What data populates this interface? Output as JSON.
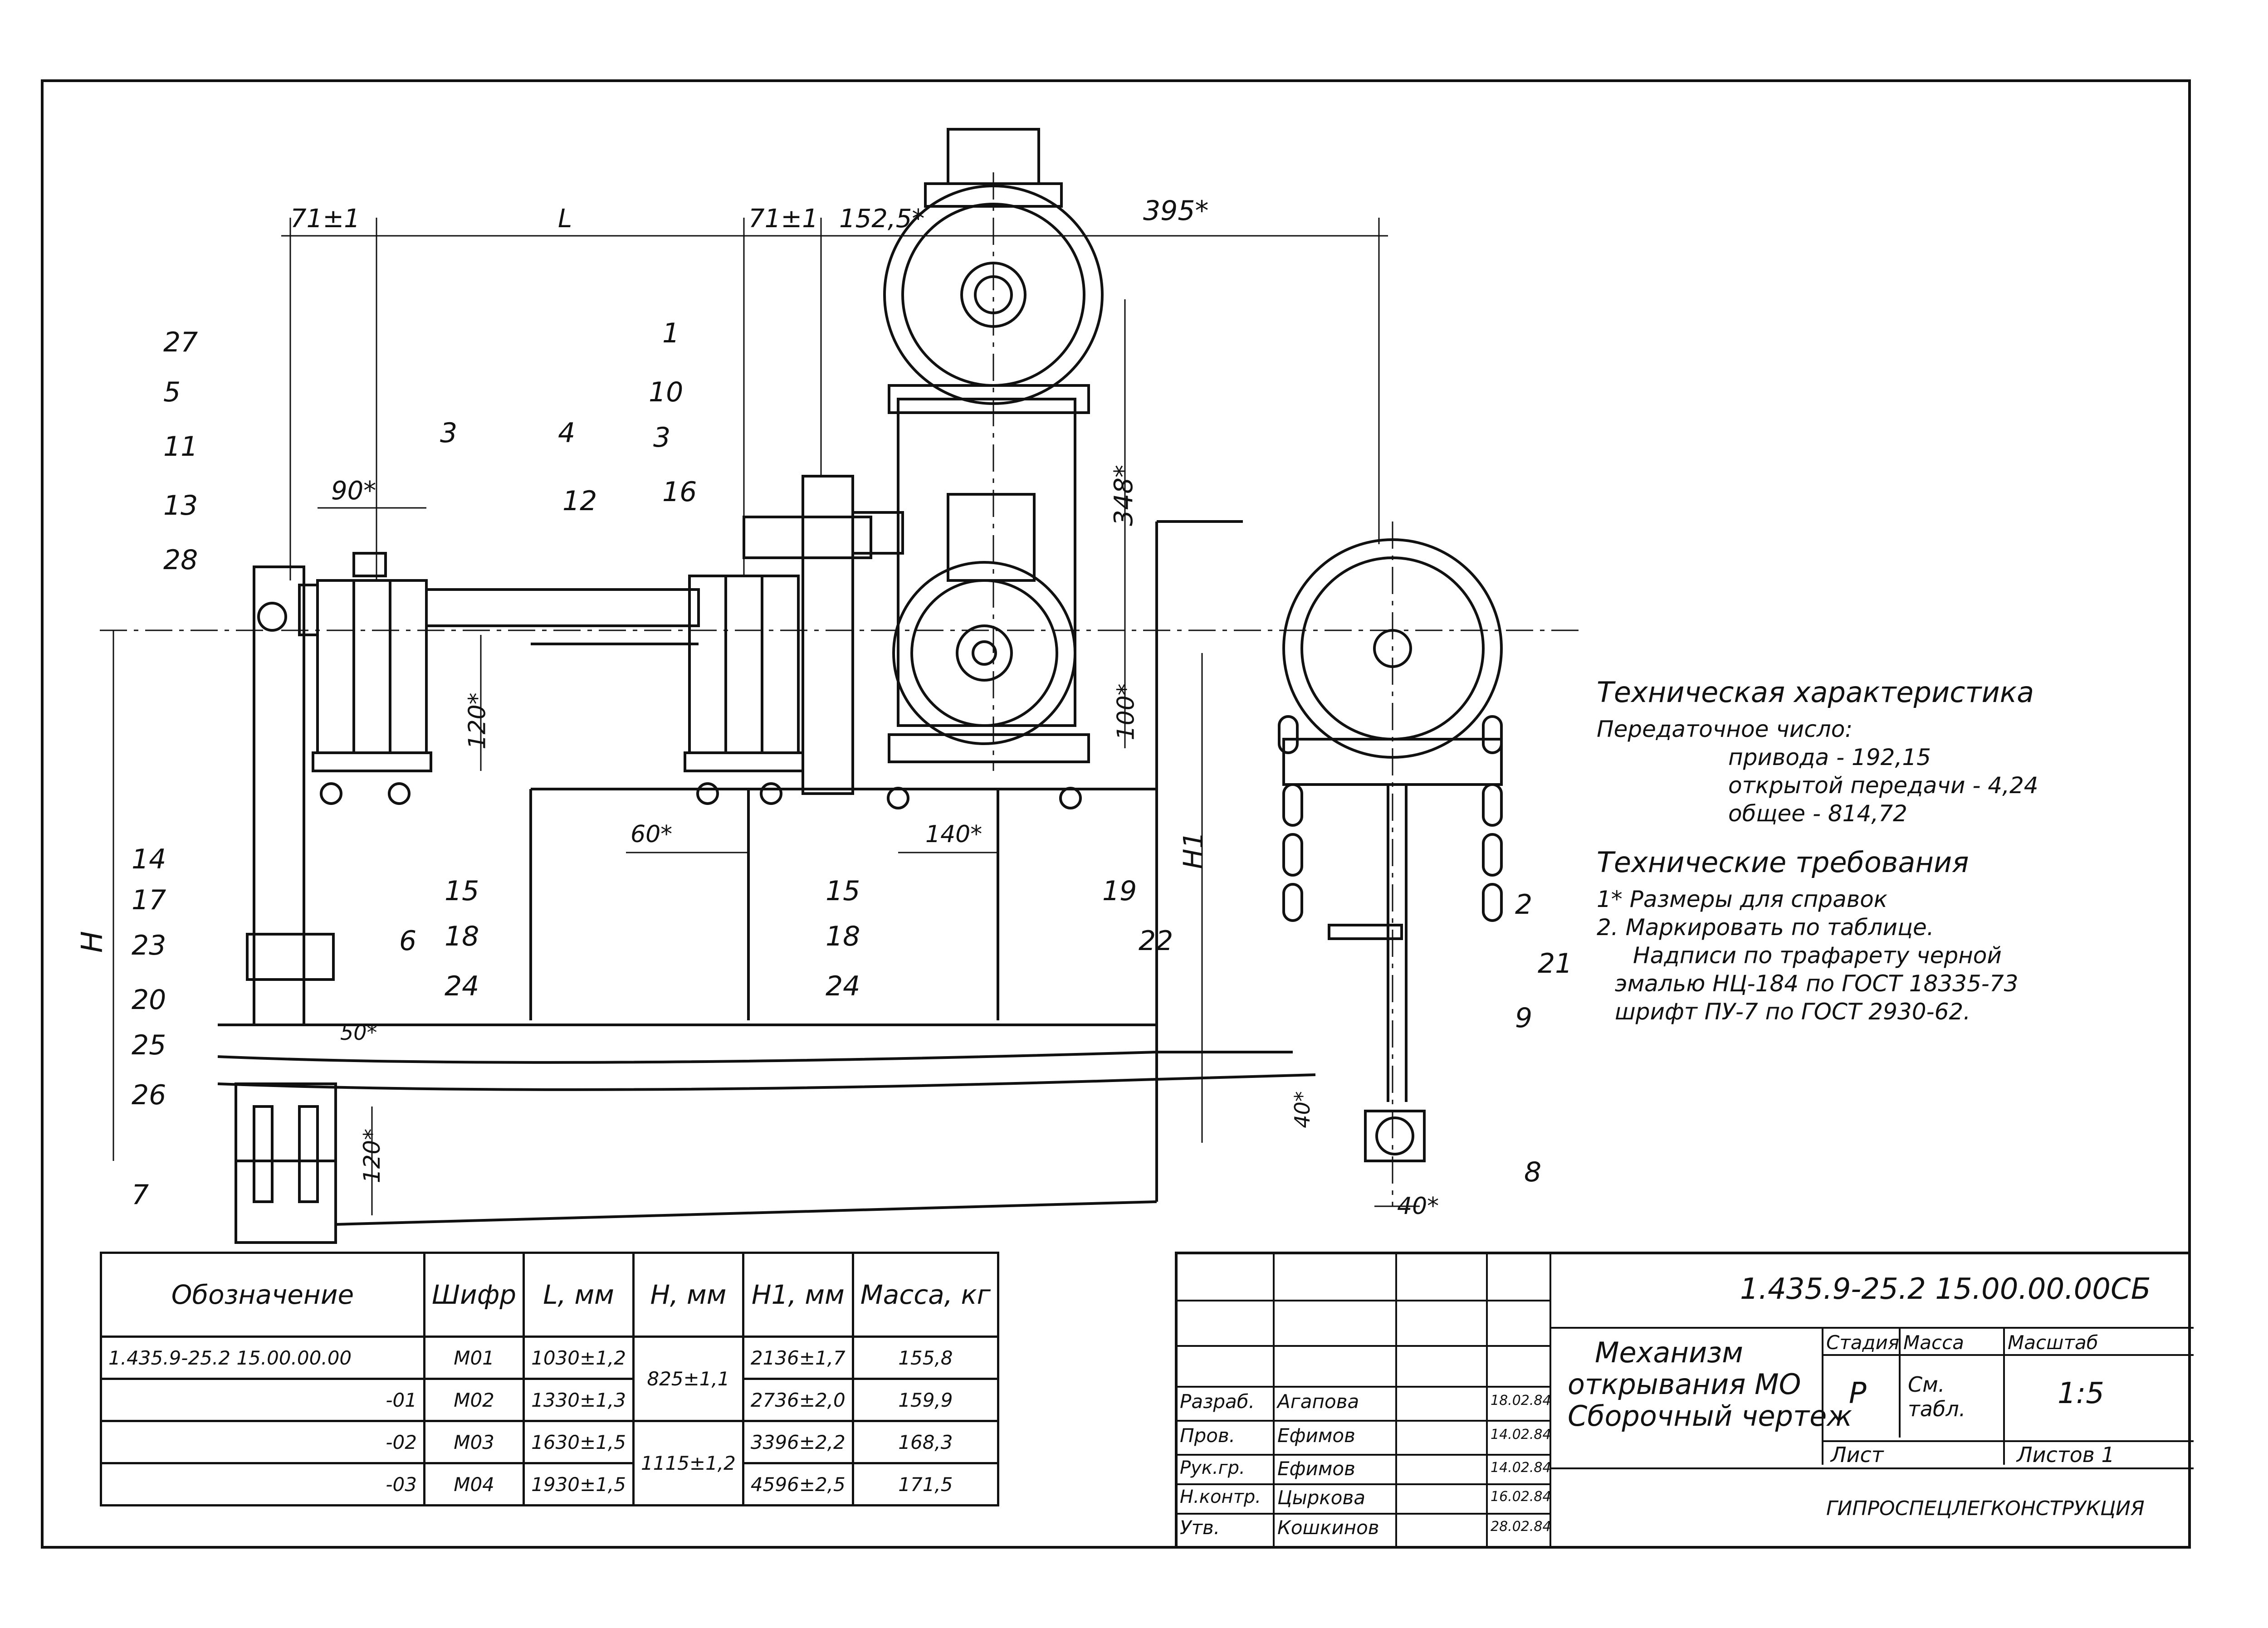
{
  "drawing": {
    "dims": {
      "d1": "71±1",
      "d2": "L",
      "d3": "71±1",
      "d4": "152,5*",
      "d5": "395*",
      "d6": "90*",
      "d7": "120*",
      "d8": "348*",
      "d9": "100*",
      "d10": "60*",
      "d11": "140*",
      "d12": "50*",
      "d13": "40*",
      "d14": "40*",
      "d15": "120*",
      "H": "H",
      "H1": "H1"
    },
    "callouts_left": [
      "27",
      "5",
      "11",
      "13",
      "28"
    ],
    "callouts_top": [
      "3",
      "4",
      "12",
      "16",
      "3",
      "10",
      "1"
    ],
    "callouts_stack_a": [
      "14",
      "17",
      "23"
    ],
    "callouts_stack_b": [
      "20",
      "25",
      "26"
    ],
    "callouts_stack_c": [
      "15",
      "18",
      "24"
    ],
    "callouts_stack_d": [
      "15",
      "18",
      "24"
    ],
    "callouts_misc": {
      "c6": "6",
      "c7": "7",
      "c19": "19",
      "c22": "22",
      "c2": "2",
      "c21": "21",
      "c9": "9",
      "c8": "8"
    }
  },
  "specs": {
    "title": "Техническая характеристика",
    "ratio_label": "Передаточное число:",
    "ratio_drive": "привода - 192,15",
    "ratio_open": "открытой передачи - 4,24",
    "ratio_total": "общее - 814,72",
    "req_title": "Технические требования",
    "req1": "1* Размеры для справок",
    "req2": "2. Маркировать по таблице.",
    "req3": "Надписи по трафарету черной",
    "req4": "эмалью НЦ-184 по ГОСТ 18335-73",
    "req5": "шрифт ПУ-7 по ГОСТ 2930-62."
  },
  "parts_table": {
    "headers": [
      "Обозначение",
      "Шифр",
      "L, мм",
      "H, мм",
      "H1, мм",
      "Масса, кг"
    ],
    "rows": [
      {
        "des": "1.435.9-25.2 15.00.00.00",
        "code": "М01",
        "L": "1030±1,2",
        "H": "825±1,1",
        "H1": "2136±1,7",
        "mass": "155,8"
      },
      {
        "des": "-01",
        "code": "М02",
        "L": "1330±1,3",
        "H": "",
        "H1": "2736±2,0",
        "mass": "159,9"
      },
      {
        "des": "-02",
        "code": "М03",
        "L": "1630±1,5",
        "H": "1115±1,2",
        "H1": "3396±2,2",
        "mass": "168,3"
      },
      {
        "des": "-03",
        "code": "М04",
        "L": "1930±1,5",
        "H": "",
        "H1": "4596±2,5",
        "mass": "171,5"
      }
    ]
  },
  "title_block": {
    "doc_code": "1.435.9-25.2 15.00.00.00СБ",
    "name1": "Механизм",
    "name2": "открывания МО",
    "name3": "Сборочный чертеж",
    "stage_label": "Стадия",
    "mass_label": "Масса",
    "scale_label": "Масштаб",
    "stage": "Р",
    "mass": "См. табл.",
    "scale": "1:5",
    "sheet_label": "Лист",
    "sheets_label": "Листов 1",
    "org": "ГИПРОСПЕЦЛЕГКОНСТРУКЦИЯ",
    "signers": [
      {
        "role": "Разраб.",
        "name": "Агапова",
        "date": "18.02.84"
      },
      {
        "role": "Пров.",
        "name": "Ефимов",
        "date": "14.02.84"
      },
      {
        "role": "Рук.гр.",
        "name": "Ефимов",
        "date": "14.02.84"
      },
      {
        "role": "Н.контр.",
        "name": "Цыркова",
        "date": "16.02.84"
      },
      {
        "role": "Утв.",
        "name": "Кошкинов",
        "date": "28.02.84"
      }
    ]
  }
}
